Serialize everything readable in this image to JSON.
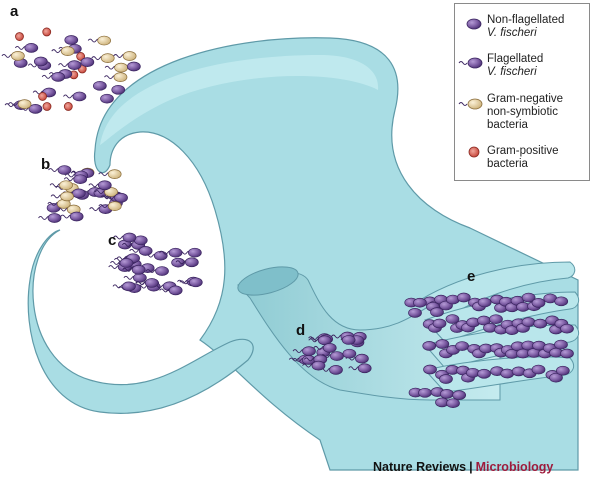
{
  "panels": {
    "a": "a",
    "b": "b",
    "c": "c",
    "d": "d",
    "e": "e"
  },
  "legend": {
    "items": [
      {
        "id": "non_flagellated",
        "line1": "Non-flagellated",
        "line2": "V. fischeri",
        "line3": ""
      },
      {
        "id": "flagellated",
        "line1": "Flagellated",
        "line2": "V. fischeri",
        "line3": ""
      },
      {
        "id": "gram_negative",
        "line1": "Gram-negative",
        "line2": "non-symbiotic",
        "line3": "bacteria"
      },
      {
        "id": "gram_positive",
        "line1": "Gram-positive",
        "line2": "bacteria",
        "line3": ""
      }
    ]
  },
  "credit": {
    "publisher": "Nature Reviews",
    "separator": "|",
    "journal": "Microbiology"
  },
  "colors": {
    "tissue": "#a9dde4",
    "tissue_outline": "#5f9aa8",
    "vibrio": "#7b5ba2",
    "vibrio_outline": "#3b2560",
    "gram_negative": "#e9d6a9",
    "gram_positive": "#d8473a",
    "journal": "#9e1b3c"
  },
  "icons": [
    "non-flagellated-bacterium-icon",
    "flagellated-bacterium-icon",
    "gram-negative-bacterium-icon",
    "gram-positive-bacterium-icon"
  ]
}
